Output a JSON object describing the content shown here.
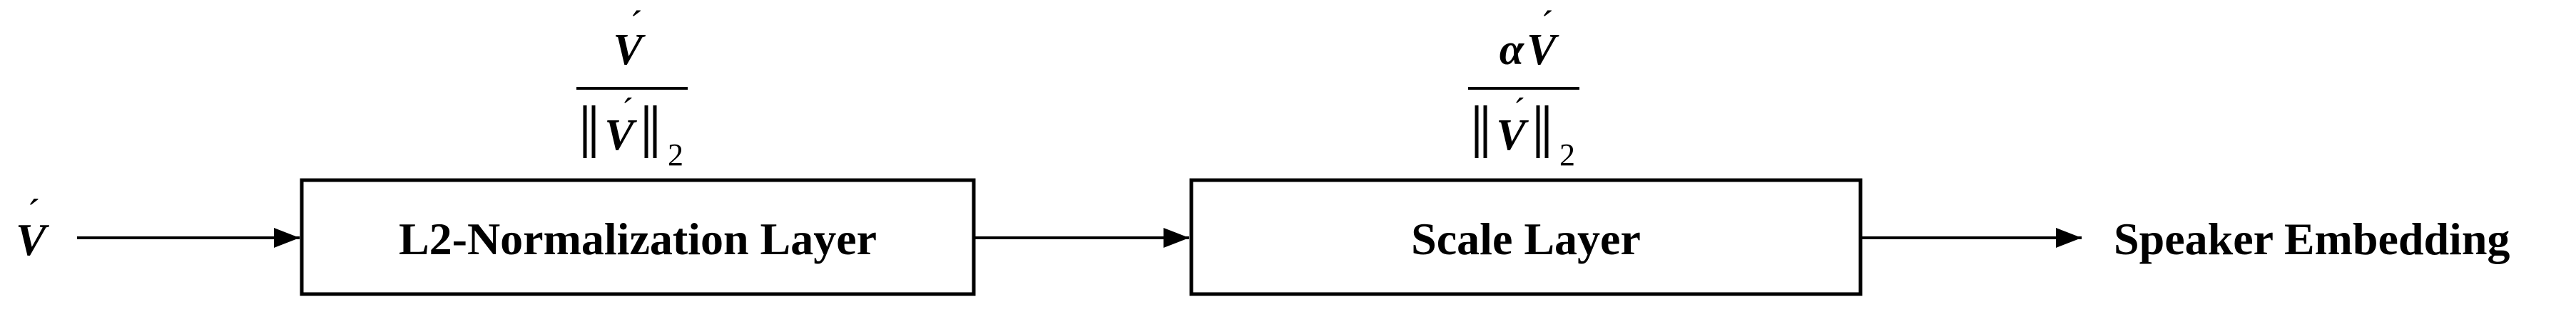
{
  "input": {
    "symbol": "V",
    "accent": "´"
  },
  "blocks": [
    {
      "label": "L2-Normalization Layer"
    },
    {
      "label": "Scale Layer"
    }
  ],
  "formula1": {
    "numerator": "V",
    "norm_symbol": "V",
    "accent": "´",
    "subscript": "2"
  },
  "formula2": {
    "alpha": "α",
    "numerator": "V",
    "norm_symbol": "V",
    "accent": "´",
    "subscript": "2"
  },
  "output": {
    "label": "Speaker Embedding"
  },
  "colors": {
    "stroke": "#000000",
    "background": "#ffffff"
  }
}
